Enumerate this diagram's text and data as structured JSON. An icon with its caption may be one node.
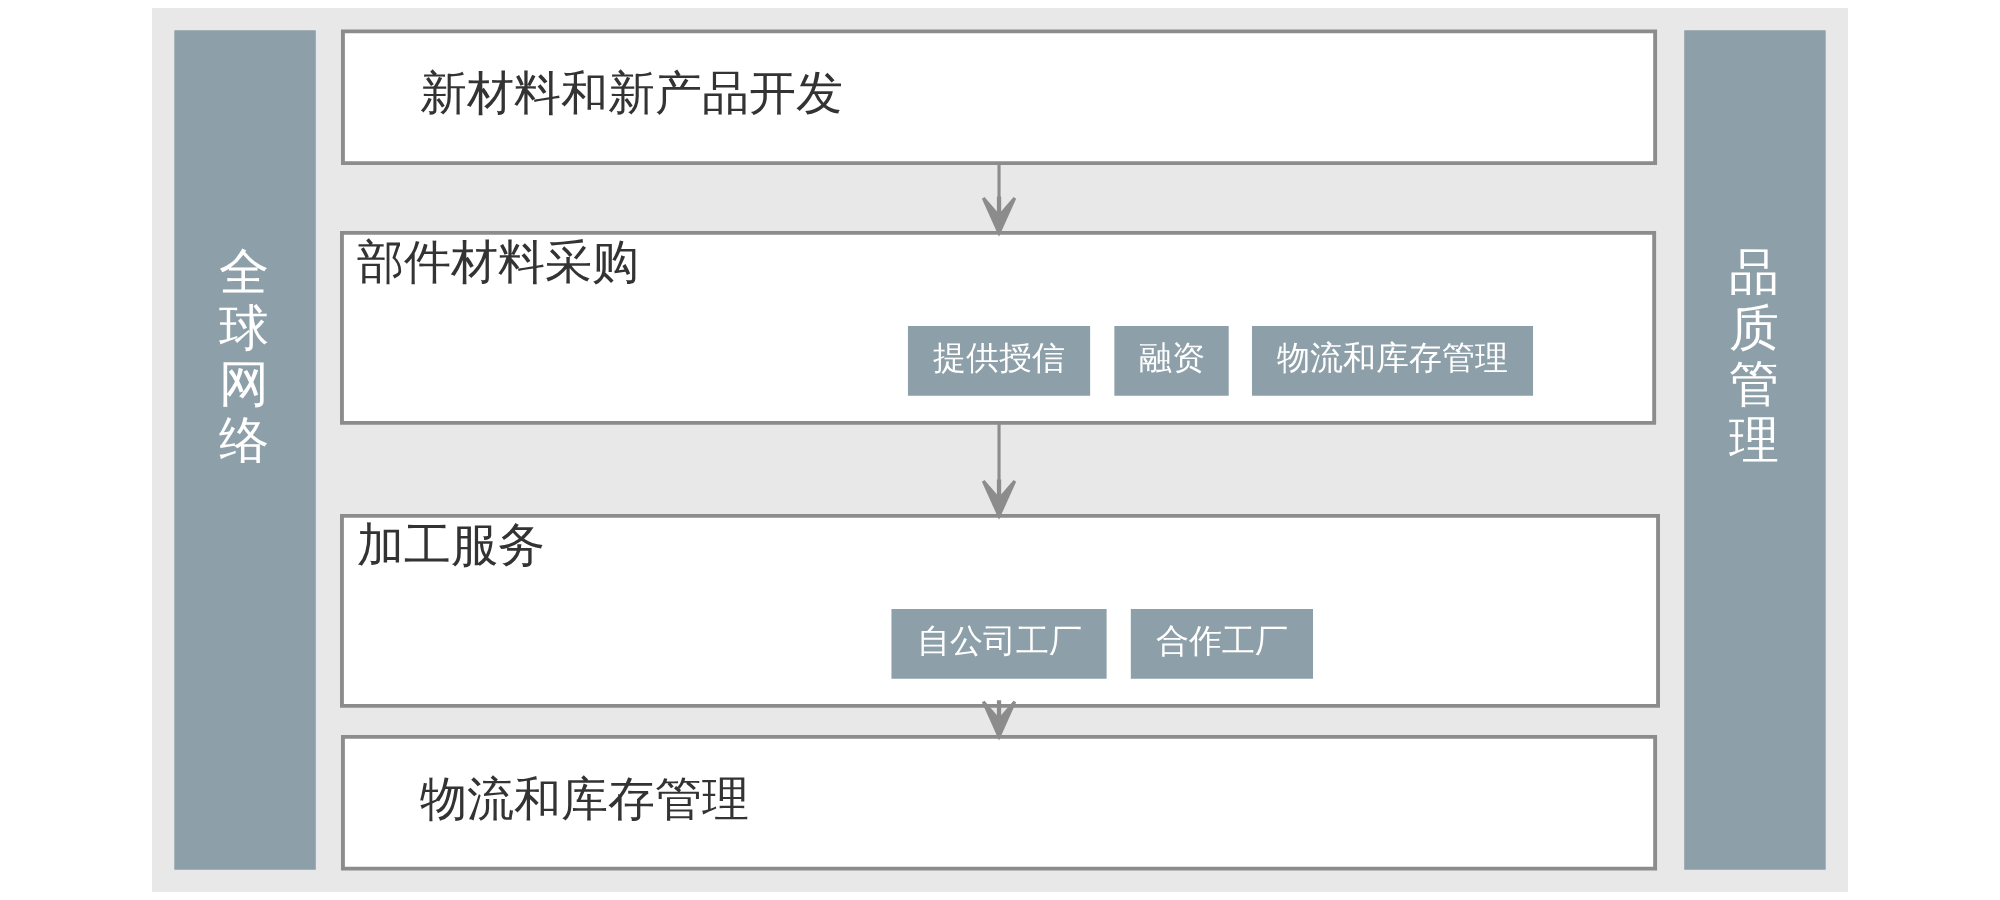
{
  "diagram": {
    "nodes": [
      {
        "text": [],
        "shape": "bar"
      },
      {
        "text": [
          "全球网络"
        ],
        "in": 0
      },
      {
        "text": [
          "新材料和新产品开发"
        ]
      },
      {
        "text": [
          "部件材料采购"
        ]
      },
      {
        "text": [
          "提供授信"
        ],
        "in": 3
      },
      {
        "text": [
          "融资"
        ],
        "in": 3
      },
      {
        "text": [
          "物流和库存管理"
        ],
        "in": 3
      },
      {
        "text": [
          "加工服务"
        ]
      },
      {
        "text": [
          "自公司工厂"
        ],
        "in": 7
      },
      {
        "text": [
          "合作工厂"
        ],
        "in": 7
      },
      {
        "text": [
          "物流和库存管理"
        ]
      },
      {
        "text": [],
        "shape": "bar"
      },
      {
        "text": [
          "品质管理"
        ],
        "in": 11
      }
    ],
    "edges": [
      {
        "from": 2,
        "to": 3,
        "arrow": "to"
      },
      {
        "from": 3,
        "to": 7,
        "arrow": "to"
      },
      {
        "from": 7,
        "to": 10,
        "arrow": "to"
      }
    ]
  }
}
